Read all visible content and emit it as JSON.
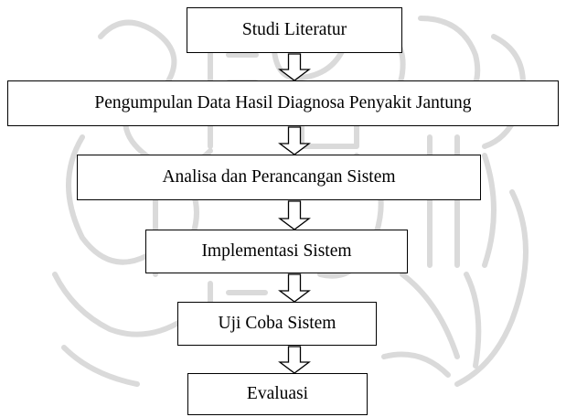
{
  "flowchart": {
    "steps": [
      {
        "label": "Studi Literatur"
      },
      {
        "label": "Pengumpulan Data Hasil Diagnosa Penyakit Jantung"
      },
      {
        "label": "Analisa dan Perancangan Sistem"
      },
      {
        "label": "Implementasi Sistem"
      },
      {
        "label": "Uji Coba Sistem"
      },
      {
        "label": "Evaluasi"
      }
    ]
  },
  "colors": {
    "box_border": "#000000",
    "watermark": "#d0d0d0"
  },
  "icons": {
    "connector": "hollow-down-arrow-icon",
    "background": "watermark-logo-icon"
  }
}
